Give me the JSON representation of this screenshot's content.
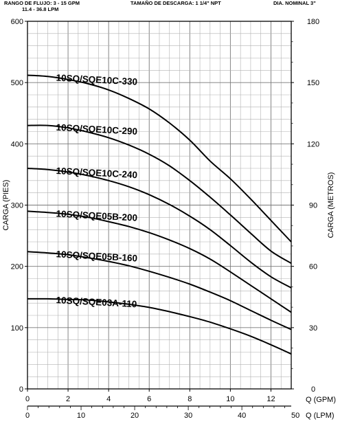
{
  "header": {
    "flow_range": "RANGO DE FLUJO: 3 - 15 GPM",
    "flow_range_lpm": "11.4 - 36.8 LPM",
    "discharge_size": "TAMAÑO DE DESCARGA: 1 1/4\" NPT",
    "nominal_diameter": "DIA. NOMINAL 3\""
  },
  "chart_data": {
    "type": "line",
    "ylabel": "CARGA (PIES)",
    "ylabel_right": "CARGA (METROS)",
    "xlabel": "Q (GPM)",
    "xlabel_secondary": "Q (LPM)",
    "xlim": [
      0,
      13
    ],
    "ylim": [
      0,
      600
    ],
    "ylim_right": [
      0,
      180
    ],
    "x_ticks": [
      "0",
      "2",
      "4",
      "6",
      "8",
      "10",
      "12"
    ],
    "x_ticks_secondary": [
      "0",
      "10",
      "20",
      "30",
      "40",
      "50"
    ],
    "y_ticks": [
      "0",
      "100",
      "200",
      "300",
      "400",
      "500",
      "600"
    ],
    "y_ticks_right": [
      "0",
      "30",
      "60",
      "90",
      "120",
      "150",
      "180"
    ],
    "grid": true,
    "series": [
      {
        "name": "10SQ/SQE10C-330",
        "label_at": [
          1.4,
          503
        ],
        "x": [
          0,
          1,
          2,
          3,
          4,
          5,
          6,
          7,
          8,
          9,
          10,
          11,
          12,
          13
        ],
        "values": [
          512,
          510,
          505,
          498,
          488,
          474,
          457,
          434,
          406,
          372,
          343,
          310,
          275,
          240
        ]
      },
      {
        "name": "10SQ/SQE10C-290",
        "label_at": [
          1.4,
          422
        ],
        "x": [
          0,
          1,
          2,
          3,
          4,
          5,
          6,
          7,
          8,
          9,
          10,
          11,
          12,
          13
        ],
        "values": [
          430,
          430,
          426,
          419,
          410,
          398,
          383,
          364,
          340,
          313,
          284,
          254,
          225,
          205
        ]
      },
      {
        "name": "10SQ/SQE10C-240",
        "label_at": [
          1.4,
          351
        ],
        "x": [
          0,
          1,
          2,
          3,
          4,
          5,
          6,
          7,
          8,
          9,
          10,
          11,
          12,
          13
        ],
        "values": [
          360,
          358,
          354,
          348,
          340,
          330,
          317,
          301,
          282,
          260,
          234,
          207,
          183,
          165
        ]
      },
      {
        "name": "10SQ/SQE05B-200",
        "label_at": [
          1.4,
          281
        ],
        "x": [
          0,
          1,
          2,
          3,
          4,
          5,
          6,
          7,
          8,
          9,
          10,
          11,
          12,
          13
        ],
        "values": [
          290,
          288,
          285,
          280,
          273,
          265,
          255,
          243,
          229,
          212,
          191,
          169,
          147,
          125
        ]
      },
      {
        "name": "10SQ/SQE05B-160",
        "label_at": [
          1.4,
          215
        ],
        "x": [
          0,
          1,
          2,
          3,
          4,
          5,
          6,
          7,
          8,
          9,
          10,
          11,
          12,
          13
        ],
        "values": [
          224,
          222,
          219,
          214,
          208,
          201,
          192,
          182,
          171,
          158,
          144,
          128,
          112,
          97
        ]
      },
      {
        "name": "10SQ/SQE03A-110",
        "label_at": [
          1.4,
          140
        ],
        "x": [
          0,
          1,
          2,
          3,
          4,
          5,
          6,
          7,
          8,
          9,
          10,
          11,
          12,
          13
        ],
        "values": [
          147,
          147,
          146,
          145,
          142,
          138,
          133,
          126,
          118,
          109,
          98,
          86,
          72,
          57
        ]
      }
    ]
  }
}
